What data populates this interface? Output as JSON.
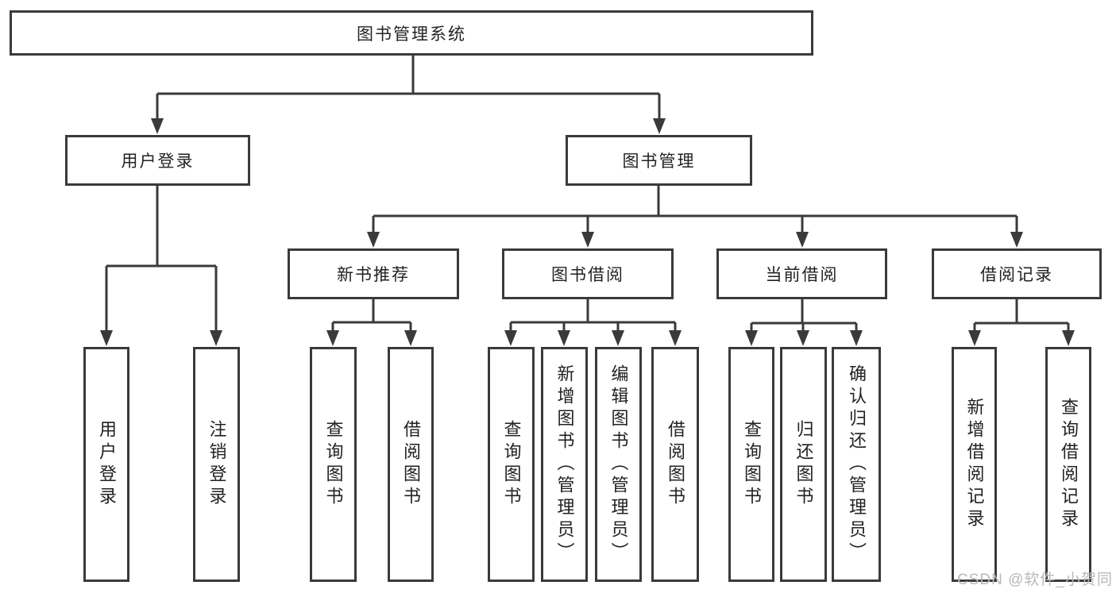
{
  "diagram_title": "图书管理系统",
  "tree": {
    "root": {
      "label": "图书管理系统"
    },
    "branches": [
      {
        "label": "用户登录",
        "leaves": [
          {
            "label": "用户登录"
          },
          {
            "label": "注销登录"
          }
        ]
      },
      {
        "label": "图书管理",
        "groups": [
          {
            "label": "新书推荐",
            "leaves": [
              {
                "label": "查询图书"
              },
              {
                "label": "借阅图书"
              }
            ]
          },
          {
            "label": "图书借阅",
            "leaves": [
              {
                "label": "查询图书"
              },
              {
                "label": "新增图书（管理员）"
              },
              {
                "label": "编辑图书（管理员）"
              },
              {
                "label": "借阅图书"
              }
            ]
          },
          {
            "label": "当前借阅",
            "leaves": [
              {
                "label": "查询图书"
              },
              {
                "label": "归还图书"
              },
              {
                "label": "确认归还（管理员）"
              }
            ]
          },
          {
            "label": "借阅记录",
            "leaves": [
              {
                "label": "新增借阅记录"
              },
              {
                "label": "查询借阅记录"
              }
            ]
          }
        ]
      }
    ]
  },
  "watermark": {
    "text": "CSDN @软件_小贺同学"
  },
  "colors": {
    "line": "#3a3a3a",
    "text": "#222222",
    "background": "#ffffff",
    "watermark": "#b9b9b9"
  }
}
